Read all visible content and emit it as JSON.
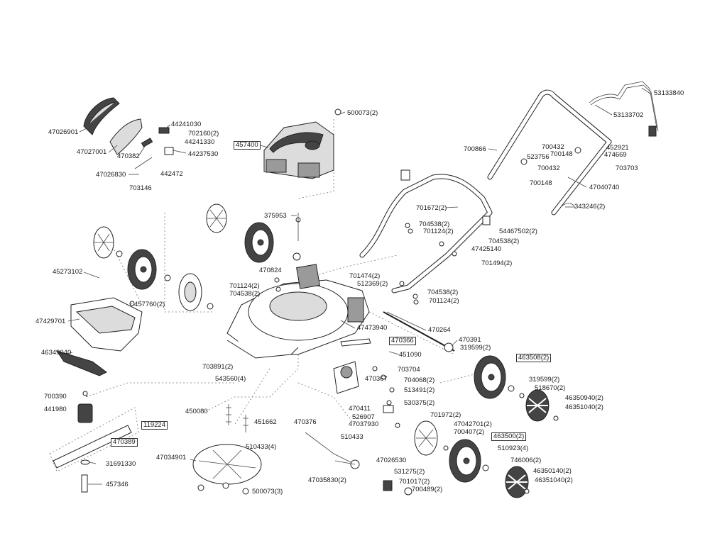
{
  "labels": [
    {
      "id": "p47026901",
      "text": "47026901",
      "boxed": false
    },
    {
      "id": "p47027001",
      "text": "47027001",
      "boxed": false
    },
    {
      "id": "p470382",
      "text": "470382",
      "boxed": false
    },
    {
      "id": "p47026830",
      "text": "47026830",
      "boxed": false
    },
    {
      "id": "p703146",
      "text": "703146",
      "boxed": false
    },
    {
      "id": "p44241030",
      "text": "44241030",
      "boxed": false
    },
    {
      "id": "p702160_2",
      "text": "702160(2)",
      "boxed": false
    },
    {
      "id": "p44241330",
      "text": "44241330",
      "boxed": false
    },
    {
      "id": "p44237530",
      "text": "44237530",
      "boxed": false
    },
    {
      "id": "p442472",
      "text": "442472",
      "boxed": false
    },
    {
      "id": "p457400",
      "text": "457400",
      "boxed": true
    },
    {
      "id": "p500073_2",
      "text": "500073(2)",
      "boxed": false
    },
    {
      "id": "p53133840",
      "text": "53133840",
      "boxed": false
    },
    {
      "id": "p53133702",
      "text": "53133702",
      "boxed": false
    },
    {
      "id": "p700866",
      "text": "700866",
      "boxed": false
    },
    {
      "id": "p700432a",
      "text": "700432",
      "boxed": false
    },
    {
      "id": "p523756",
      "text": "523756",
      "boxed": false
    },
    {
      "id": "p700148a",
      "text": "700148",
      "boxed": false
    },
    {
      "id": "p452921",
      "text": "452921",
      "boxed": false
    },
    {
      "id": "p474669",
      "text": "474669",
      "boxed": false
    },
    {
      "id": "p700432b",
      "text": "700432",
      "boxed": false
    },
    {
      "id": "p703703",
      "text": "703703",
      "boxed": false
    },
    {
      "id": "p700148b",
      "text": "700148",
      "boxed": false
    },
    {
      "id": "p47040740",
      "text": "47040740",
      "boxed": false
    },
    {
      "id": "p343246_2",
      "text": "343246(2)",
      "boxed": false
    },
    {
      "id": "p375953",
      "text": "375953",
      "boxed": false
    },
    {
      "id": "p701672_2",
      "text": "701672(2)",
      "boxed": false
    },
    {
      "id": "p704538_2a",
      "text": "704538(2)",
      "boxed": false
    },
    {
      "id": "p701124_2a",
      "text": "701124(2)",
      "boxed": false
    },
    {
      "id": "p54467502_2",
      "text": "54467502(2)",
      "boxed": false
    },
    {
      "id": "p704538_2b",
      "text": "704538(2)",
      "boxed": false
    },
    {
      "id": "p47425140",
      "text": "47425140",
      "boxed": false
    },
    {
      "id": "p701494_2",
      "text": "701494(2)",
      "boxed": false
    },
    {
      "id": "p45273102",
      "text": "45273102",
      "boxed": false
    },
    {
      "id": "p470824",
      "text": "470824",
      "boxed": false
    },
    {
      "id": "p701474_2",
      "text": "701474(2)",
      "boxed": false
    },
    {
      "id": "p512369_2",
      "text": "512369(2)",
      "boxed": false
    },
    {
      "id": "p701124_2b",
      "text": "701124(2)",
      "boxed": false
    },
    {
      "id": "p704538_2c",
      "text": "704538(2)",
      "boxed": false
    },
    {
      "id": "p704538_2d",
      "text": "704538(2)",
      "boxed": false
    },
    {
      "id": "p701124_2c",
      "text": "701124(2)",
      "boxed": false
    },
    {
      "id": "p457760_2",
      "text": "457760(2)",
      "boxed": false
    },
    {
      "id": "p47429701",
      "text": "47429701",
      "boxed": false
    },
    {
      "id": "p47473940",
      "text": "47473940",
      "boxed": false
    },
    {
      "id": "p470264",
      "text": "470264",
      "boxed": false
    },
    {
      "id": "p470366",
      "text": "470366",
      "boxed": true
    },
    {
      "id": "p470391",
      "text": "470391",
      "boxed": false
    },
    {
      "id": "p319599_2a",
      "text": "319599(2)",
      "boxed": false
    },
    {
      "id": "p46349040",
      "text": "46349040",
      "boxed": false
    },
    {
      "id": "p451090",
      "text": "451090",
      "boxed": false
    },
    {
      "id": "p463508_2",
      "text": "463508(2)",
      "boxed": true
    },
    {
      "id": "p703891_2",
      "text": "703891(2)",
      "boxed": false
    },
    {
      "id": "p703704",
      "text": "703704",
      "boxed": false
    },
    {
      "id": "p543560_4",
      "text": "543560(4)",
      "boxed": false
    },
    {
      "id": "p470367",
      "text": "470367",
      "boxed": false
    },
    {
      "id": "p704068_2",
      "text": "704068(2)",
      "boxed": false
    },
    {
      "id": "p513491_2",
      "text": "513491(2)",
      "boxed": false
    },
    {
      "id": "p319599_2b",
      "text": "319599(2)",
      "boxed": false
    },
    {
      "id": "p518670_2",
      "text": "518670(2)",
      "boxed": false
    },
    {
      "id": "p46350940_2",
      "text": "46350940(2)",
      "boxed": false
    },
    {
      "id": "p46351040_2a",
      "text": "46351040(2)",
      "boxed": false
    },
    {
      "id": "p700390",
      "text": "700390",
      "boxed": false
    },
    {
      "id": "p530375_2",
      "text": "530375(2)",
      "boxed": false
    },
    {
      "id": "p441980",
      "text": "441980",
      "boxed": false
    },
    {
      "id": "p450080",
      "text": "450080",
      "boxed": false
    },
    {
      "id": "p470411",
      "text": "470411",
      "boxed": false
    },
    {
      "id": "p526907",
      "text": "526907",
      "boxed": false
    },
    {
      "id": "p701972_2",
      "text": "701972(2)",
      "boxed": false
    },
    {
      "id": "p451662",
      "text": "451662",
      "boxed": false
    },
    {
      "id": "p470376",
      "text": "470376",
      "boxed": false
    },
    {
      "id": "p47037930",
      "text": "47037930",
      "boxed": false
    },
    {
      "id": "p47042701_2",
      "text": "47042701(2)",
      "boxed": false
    },
    {
      "id": "p119224",
      "text": "119224",
      "boxed": true
    },
    {
      "id": "p700407_2",
      "text": "700407(2)",
      "boxed": false
    },
    {
      "id": "p463500_2",
      "text": "463500(2)",
      "boxed": true
    },
    {
      "id": "p470389",
      "text": "470389",
      "boxed": true
    },
    {
      "id": "p510433",
      "text": "510433",
      "boxed": false
    },
    {
      "id": "p510433_4",
      "text": "510433(4)",
      "boxed": false
    },
    {
      "id": "p510923_4",
      "text": "510923(4)",
      "boxed": false
    },
    {
      "id": "p47034901",
      "text": "47034901",
      "boxed": false
    },
    {
      "id": "p47026530",
      "text": "47026530",
      "boxed": false
    },
    {
      "id": "p746006_2",
      "text": "746006(2)",
      "boxed": false
    },
    {
      "id": "p31691330",
      "text": "31691330",
      "boxed": false
    },
    {
      "id": "p531275_2",
      "text": "531275(2)",
      "boxed": false
    },
    {
      "id": "p46350140_2",
      "text": "46350140(2)",
      "boxed": false
    },
    {
      "id": "p47035830_2",
      "text": "47035830(2)",
      "boxed": false
    },
    {
      "id": "p701017_2",
      "text": "701017(2)",
      "boxed": false
    },
    {
      "id": "p46351040_2b",
      "text": "46351040(2)",
      "boxed": false
    },
    {
      "id": "p457346",
      "text": "457346",
      "boxed": false
    },
    {
      "id": "p700489_2",
      "text": "700489(2)",
      "boxed": false
    },
    {
      "id": "p500073_3",
      "text": "500073(3)",
      "boxed": false
    }
  ]
}
